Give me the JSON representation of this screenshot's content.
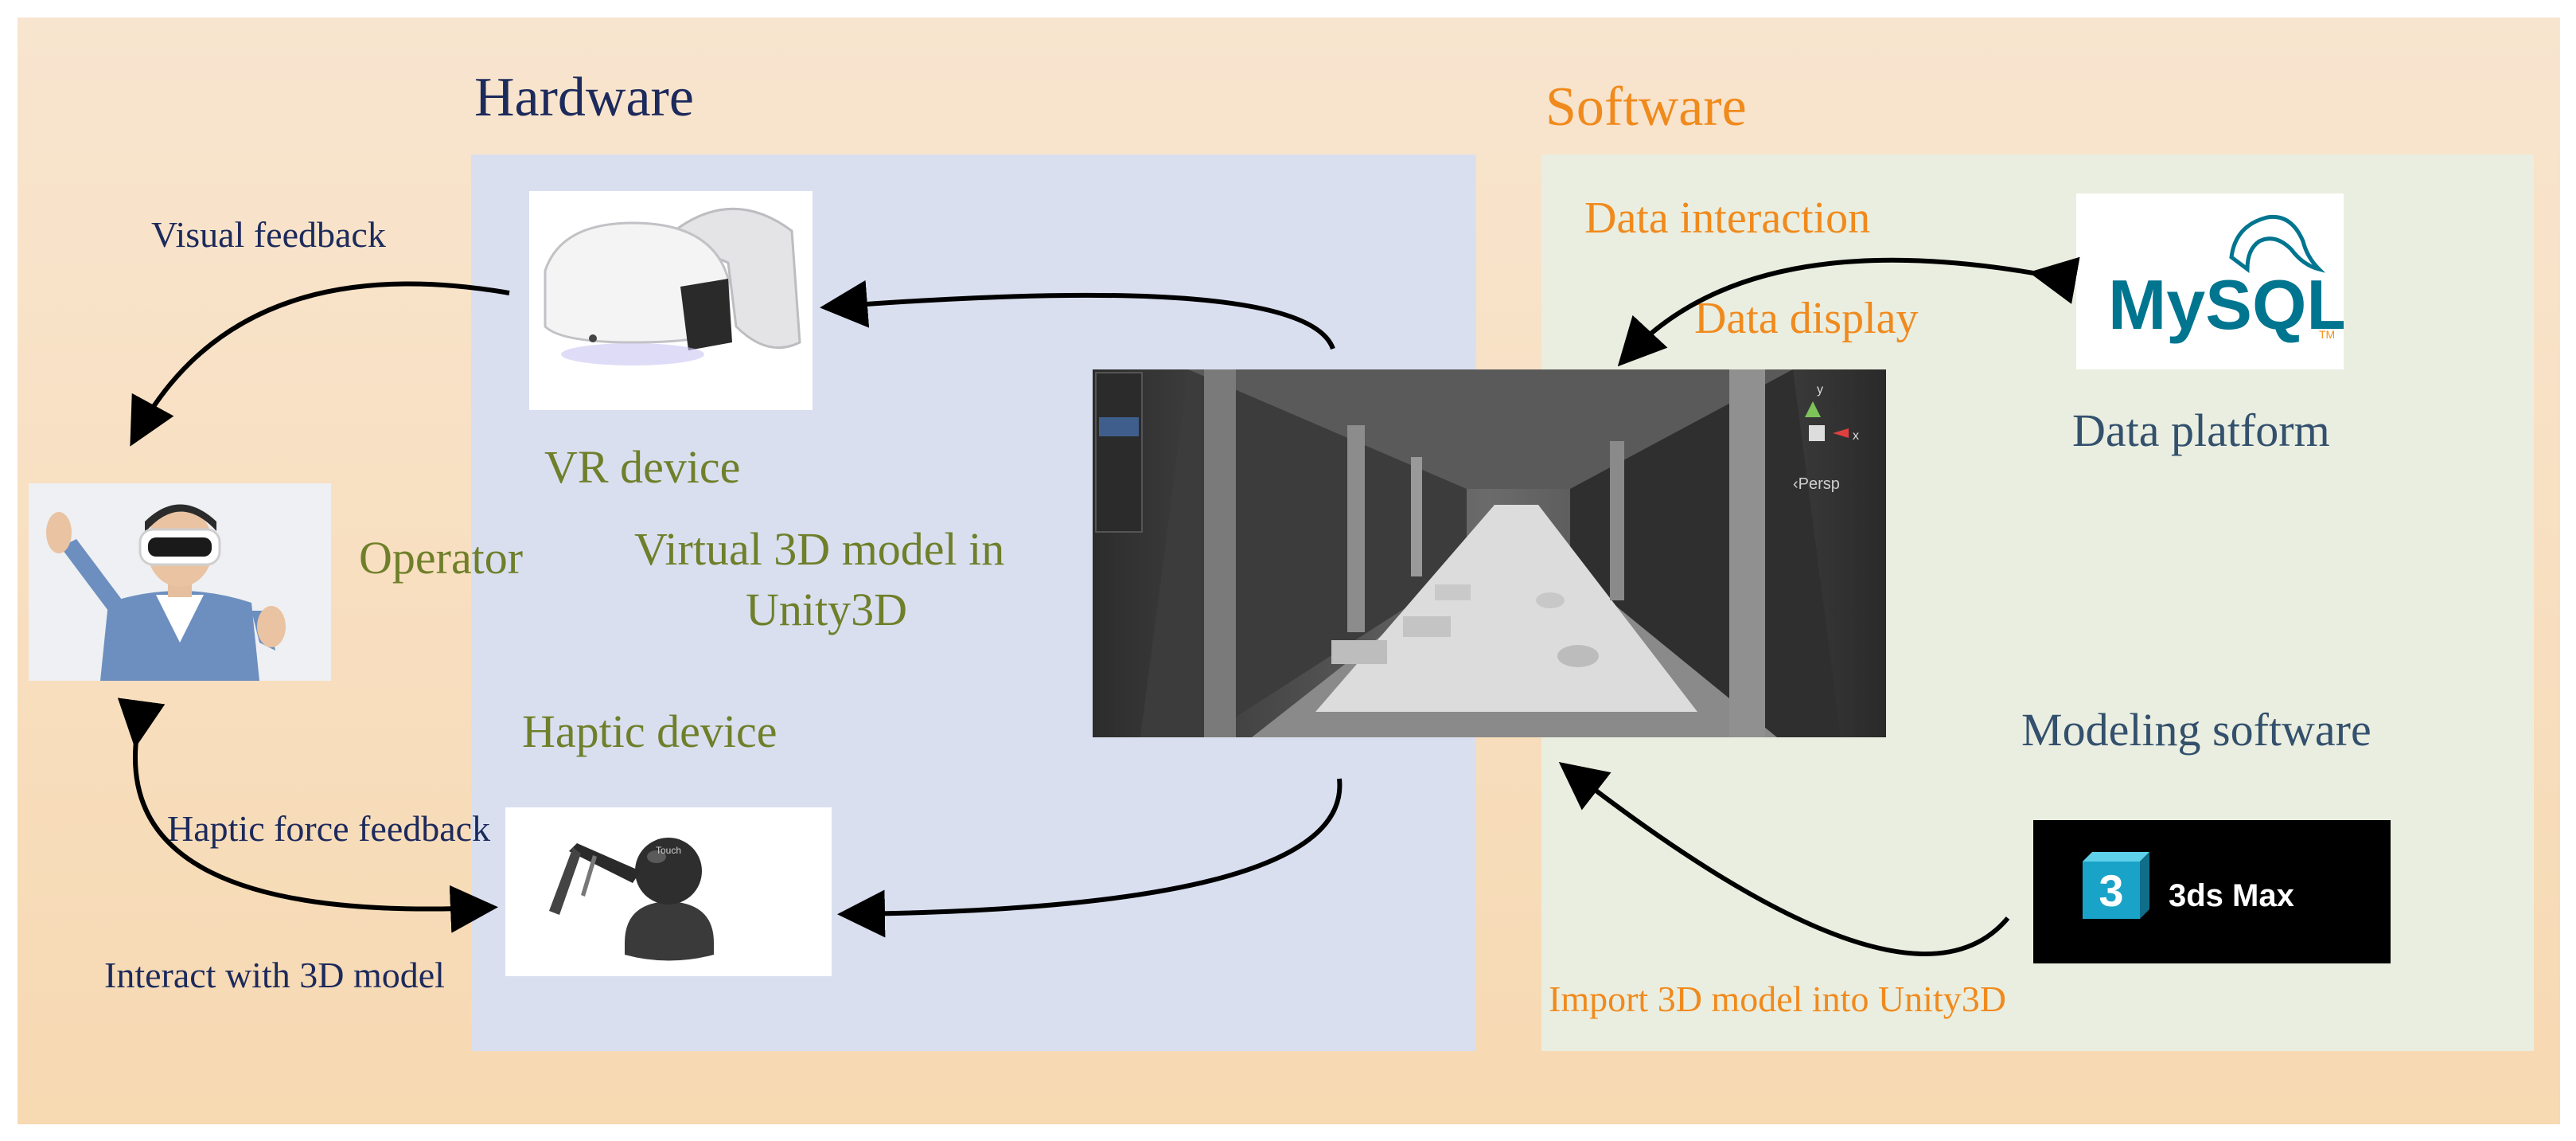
{
  "sections": {
    "hardware_title": "Hardware",
    "software_title": "Software"
  },
  "labels": {
    "visual_feedback": "Visual feedback",
    "vr_device": "VR device",
    "operator": "Operator",
    "virtual_model_line1": "Virtual 3D model in",
    "virtual_model_line2": "Unity3D",
    "haptic_device": "Haptic device",
    "haptic_force_feedback": "Haptic force feedback",
    "interact_3d": "Interact with 3D model",
    "data_interaction": "Data interaction",
    "data_display": "Data display",
    "data_platform": "Data platform",
    "modeling_software": "Modeling software",
    "import_model": "Import 3D model into Unity3D"
  },
  "logos": {
    "mysql_text": "MySQL",
    "mysql_tm": "TM",
    "max_badge": "3",
    "max_text": "3ds Max"
  },
  "unity_view": {
    "persp_label": "‹Persp",
    "gizmo_y": "y",
    "gizmo_x": "x"
  },
  "haptic": {
    "brand": "Touch"
  },
  "colors": {
    "navy": "#1c2a5c",
    "olive": "#6f7f2a",
    "orange": "#f08a1d",
    "slate": "#33506d",
    "hardware_panel": "#d9dfef",
    "software_panel": "#eaeee0",
    "background": "#f7dcb8",
    "mysql_blue": "#00758f",
    "mysql_orange": "#f29111"
  }
}
